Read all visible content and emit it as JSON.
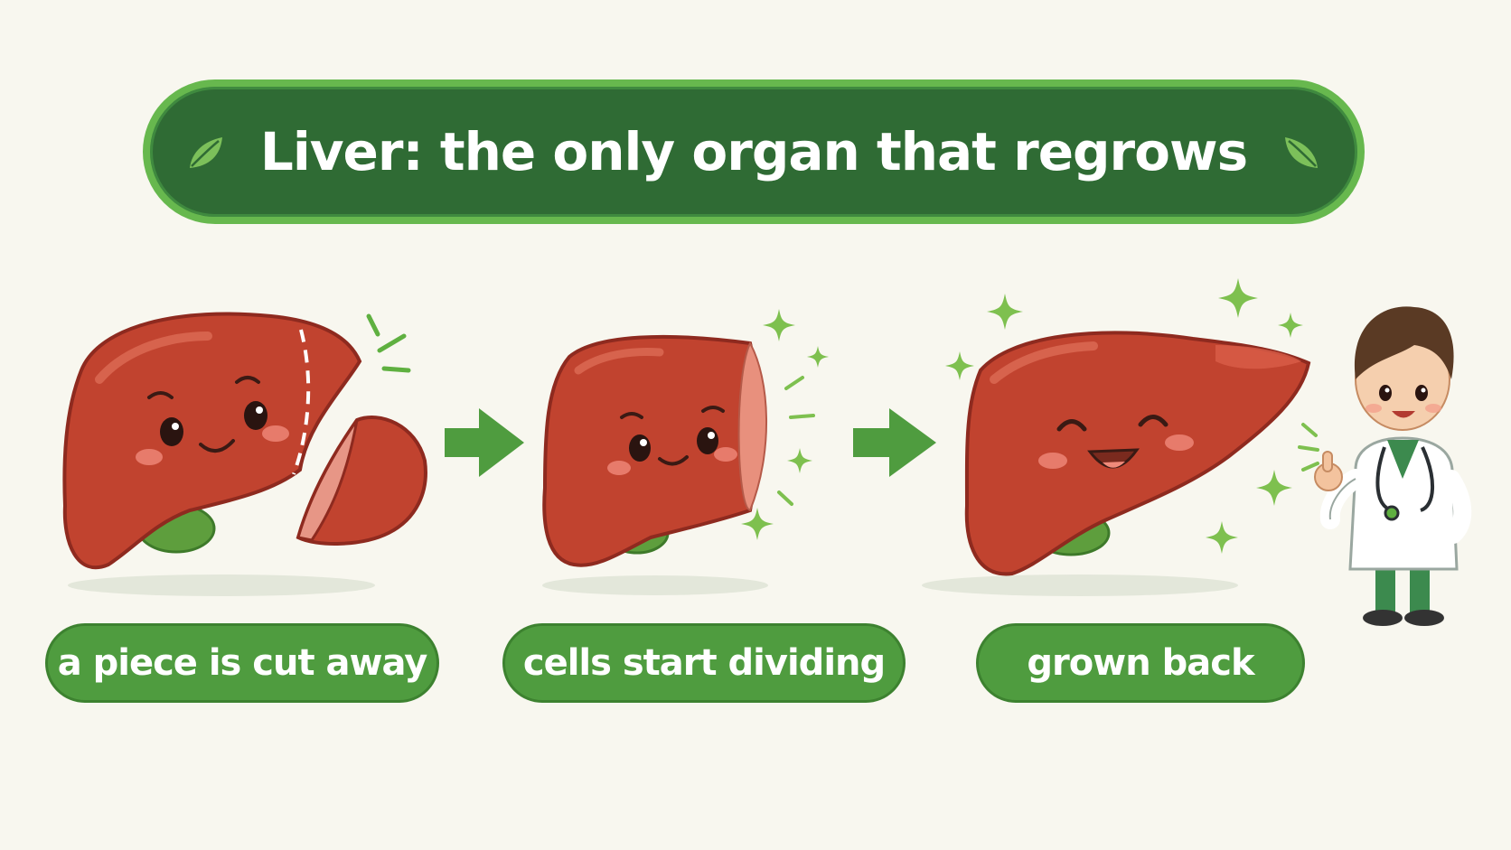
{
  "title": "Liver: the only organ that regrows",
  "steps": [
    {
      "label": "a piece is cut away",
      "icon": "liver-with-cut-piece"
    },
    {
      "label": "cells start dividing",
      "icon": "liver-regrowing"
    },
    {
      "label": "grown back",
      "icon": "liver-whole"
    }
  ],
  "icons": {
    "arrow": "right-arrow-icon",
    "doctor": "doctor-thumbs-up",
    "sparkle": "sparkle-icon",
    "leaf": "leaf-icon"
  },
  "colors": {
    "background": "#f8f7ef",
    "banner_fill": "#2f6b34",
    "banner_border": "#67b84e",
    "pill_fill": "#4f9c3f",
    "liver": "#c1432f",
    "liver_outline": "#8e2a1f",
    "arrow": "#4f9c3f",
    "sparkle": "#7ec04f"
  }
}
